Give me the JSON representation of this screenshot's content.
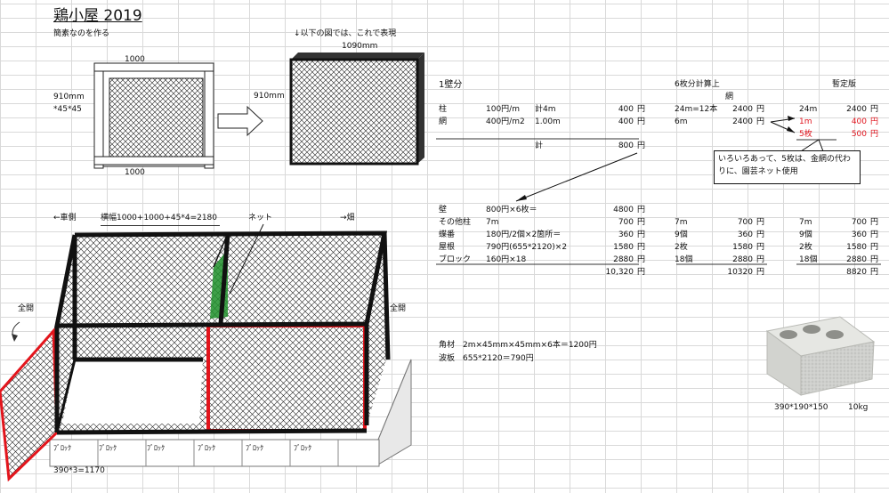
{
  "sheet": {
    "title": "鶏小屋 2019",
    "note_simple": "簡素なのを作る",
    "note_diagram": "↓以下の図では、これで表現",
    "frame": {
      "width_top": "1000",
      "width_bottom": "1000",
      "height": "910mm",
      "section": "*45*45",
      "panel_width": "1090mm",
      "panel_height": "910mm"
    },
    "calc1": {
      "header": "1壁分",
      "rows": [
        {
          "name": "柱",
          "spec": "100円/m",
          "qty": "計4m",
          "amount": "400",
          "unit": "円"
        },
        {
          "name": "網",
          "spec": "400円/m2",
          "qty": "1.00m",
          "amount": "400",
          "unit": "円"
        }
      ],
      "total_label": "計",
      "total": "800",
      "total_unit": "円"
    },
    "calc2": {
      "rows": [
        {
          "name": "壁",
          "spec": "800円×6枚＝",
          "amount": "4800",
          "unit": "円"
        },
        {
          "name": "その他柱",
          "spec": "7m",
          "amount": "700",
          "unit": "円"
        },
        {
          "name": "蝶番",
          "spec": "180円/2個×2箇所＝",
          "amount": "360",
          "unit": "円"
        },
        {
          "name": "屋根",
          "spec": "790円(655*2120)×2",
          "amount": "1580",
          "unit": "円"
        },
        {
          "name": "ブロック",
          "spec": "160円×18",
          "amount": "2880",
          "unit": "円"
        }
      ],
      "total": "10,320",
      "unit": "円"
    },
    "calc3": {
      "header": "6枚分計算上",
      "subheader": "網",
      "rows": [
        {
          "a": "24m=12本",
          "b": "2400",
          "unit": "円"
        },
        {
          "a": "6m",
          "b": "2400",
          "unit": "円"
        }
      ],
      "rows2": [
        {
          "a": "7m",
          "b": "700",
          "unit": "円"
        },
        {
          "a": "9個",
          "b": "360",
          "unit": "円"
        },
        {
          "a": "2枚",
          "b": "1580",
          "unit": "円"
        },
        {
          "a": "18個",
          "b": "2880",
          "unit": "円"
        }
      ],
      "total": "10320",
      "unit": "円"
    },
    "calc4": {
      "header": "暫定版",
      "rows": [
        {
          "a": "24m",
          "b": "2400",
          "unit": "円",
          "red": false
        },
        {
          "a": "1m",
          "b": "400",
          "unit": "円",
          "red": true
        },
        {
          "a": "5枚",
          "b": "500",
          "unit": "円",
          "red": true
        }
      ],
      "rows2": [
        {
          "a": "7m",
          "b": "700",
          "unit": "円"
        },
        {
          "a": "9個",
          "b": "360",
          "unit": "円"
        },
        {
          "a": "2枚",
          "b": "1580",
          "unit": "円"
        },
        {
          "a": "18個",
          "b": "2880",
          "unit": "円"
        }
      ],
      "total": "8820",
      "unit": "円"
    },
    "comment_box": "いろいろあって、5枚は、金網の代わりに、園芸ネット使用",
    "materials": {
      "line1": "角材　2m×45mm×45mm×6本＝1200円",
      "line2": "波板　655*2120＝790円"
    },
    "block_caption": {
      "size": "390*190*150",
      "weight": "10kg"
    },
    "coop": {
      "left_side": "←車側",
      "width_calc": "横幅1000+1000+45*4=2180",
      "net_label": "ネット",
      "right_side": "→畑",
      "open_left": "全開",
      "open_right": "全開",
      "block_label": "ﾌﾞﾛｯｸ",
      "block_calc": "390*3=1170"
    },
    "colors": {
      "mesh": "#1a1a1a",
      "red_frame": "#e3151c",
      "green_net": "#1f8f2a",
      "grid": "#d9d9d9"
    }
  }
}
